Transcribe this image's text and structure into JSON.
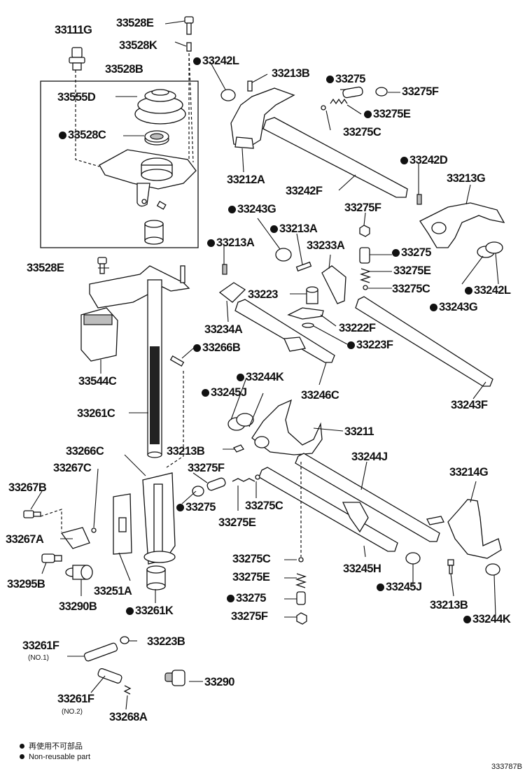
{
  "labels": [
    {
      "id": "l1",
      "text": "33111G",
      "nr": false
    },
    {
      "id": "l2",
      "text": "33528E",
      "nr": false
    },
    {
      "id": "l3",
      "text": "33528K",
      "nr": false
    },
    {
      "id": "l4",
      "text": "33242L",
      "nr": true
    },
    {
      "id": "l5",
      "text": "33528B",
      "nr": false
    },
    {
      "id": "l6",
      "text": "33213B",
      "nr": false
    },
    {
      "id": "l7",
      "text": "33275",
      "nr": true
    },
    {
      "id": "l8",
      "text": "33555D",
      "nr": false
    },
    {
      "id": "l9",
      "text": "33275F",
      "nr": false
    },
    {
      "id": "l10",
      "text": "33275E",
      "nr": true
    },
    {
      "id": "l11",
      "text": "33528C",
      "nr": true
    },
    {
      "id": "l12",
      "text": "33275C",
      "nr": false
    },
    {
      "id": "l13",
      "text": "33242D",
      "nr": true
    },
    {
      "id": "l14",
      "text": "33212A",
      "nr": false
    },
    {
      "id": "l15",
      "text": "33213G",
      "nr": false
    },
    {
      "id": "l16",
      "text": "33242F",
      "nr": false
    },
    {
      "id": "l17",
      "text": "33275F",
      "nr": false
    },
    {
      "id": "l18",
      "text": "33243G",
      "nr": true
    },
    {
      "id": "l19",
      "text": "33213A",
      "nr": true
    },
    {
      "id": "l20",
      "text": "33213A",
      "nr": true
    },
    {
      "id": "l21",
      "text": "33233A",
      "nr": false
    },
    {
      "id": "l22",
      "text": "33275",
      "nr": true
    },
    {
      "id": "l23",
      "text": "33528E",
      "nr": false
    },
    {
      "id": "l24",
      "text": "33275E",
      "nr": false
    },
    {
      "id": "l25",
      "text": "33223",
      "nr": false
    },
    {
      "id": "l26",
      "text": "33275C",
      "nr": false
    },
    {
      "id": "l27",
      "text": "33242L",
      "nr": true
    },
    {
      "id": "l28",
      "text": "33243G",
      "nr": true
    },
    {
      "id": "l29",
      "text": "33234A",
      "nr": false
    },
    {
      "id": "l30",
      "text": "33222F",
      "nr": false
    },
    {
      "id": "l31",
      "text": "33223F",
      "nr": true
    },
    {
      "id": "l32",
      "text": "33266B",
      "nr": true
    },
    {
      "id": "l33",
      "text": "33544C",
      "nr": false
    },
    {
      "id": "l34",
      "text": "33244K",
      "nr": true
    },
    {
      "id": "l35",
      "text": "33245J",
      "nr": true
    },
    {
      "id": "l36",
      "text": "33246C",
      "nr": false
    },
    {
      "id": "l37",
      "text": "33243F",
      "nr": false
    },
    {
      "id": "l38",
      "text": "33261C",
      "nr": false
    },
    {
      "id": "l39",
      "text": "33211",
      "nr": false
    },
    {
      "id": "l40",
      "text": "33266C",
      "nr": false
    },
    {
      "id": "l41",
      "text": "33213B",
      "nr": false
    },
    {
      "id": "l42",
      "text": "33244J",
      "nr": false
    },
    {
      "id": "l43",
      "text": "33267C",
      "nr": false
    },
    {
      "id": "l44",
      "text": "33275F",
      "nr": false
    },
    {
      "id": "l45",
      "text": "33214G",
      "nr": false
    },
    {
      "id": "l46",
      "text": "33267B",
      "nr": false
    },
    {
      "id": "l47",
      "text": "33275",
      "nr": true
    },
    {
      "id": "l48",
      "text": "33275C",
      "nr": false
    },
    {
      "id": "l49",
      "text": "33275E",
      "nr": false
    },
    {
      "id": "l50",
      "text": "33267A",
      "nr": false
    },
    {
      "id": "l51",
      "text": "33275C",
      "nr": false
    },
    {
      "id": "l52",
      "text": "33245H",
      "nr": false
    },
    {
      "id": "l53",
      "text": "33275E",
      "nr": false
    },
    {
      "id": "l54",
      "text": "33245J",
      "nr": true
    },
    {
      "id": "l55",
      "text": "33295B",
      "nr": false
    },
    {
      "id": "l56",
      "text": "33251A",
      "nr": false
    },
    {
      "id": "l57",
      "text": "33275",
      "nr": true
    },
    {
      "id": "l58",
      "text": "33213B",
      "nr": false
    },
    {
      "id": "l59",
      "text": "33290B",
      "nr": false
    },
    {
      "id": "l60",
      "text": "33261K",
      "nr": true
    },
    {
      "id": "l61",
      "text": "33275F",
      "nr": false
    },
    {
      "id": "l62",
      "text": "33244K",
      "nr": true
    },
    {
      "id": "l63",
      "text": "33261F",
      "nr": false
    },
    {
      "id": "l64",
      "text": "33223B",
      "nr": false
    },
    {
      "id": "l65",
      "text": "33290",
      "nr": false
    },
    {
      "id": "l66",
      "text": "33261F",
      "nr": false
    },
    {
      "id": "l67",
      "text": "33268A",
      "nr": false
    }
  ],
  "sublabels": [
    {
      "id": "s1",
      "text": "(NO.1)"
    },
    {
      "id": "s2",
      "text": "(NO.2)"
    }
  ],
  "legend": {
    "line1": "再使用不可部品",
    "line2": "Non-reusable part"
  },
  "diagram_code": "333787B"
}
